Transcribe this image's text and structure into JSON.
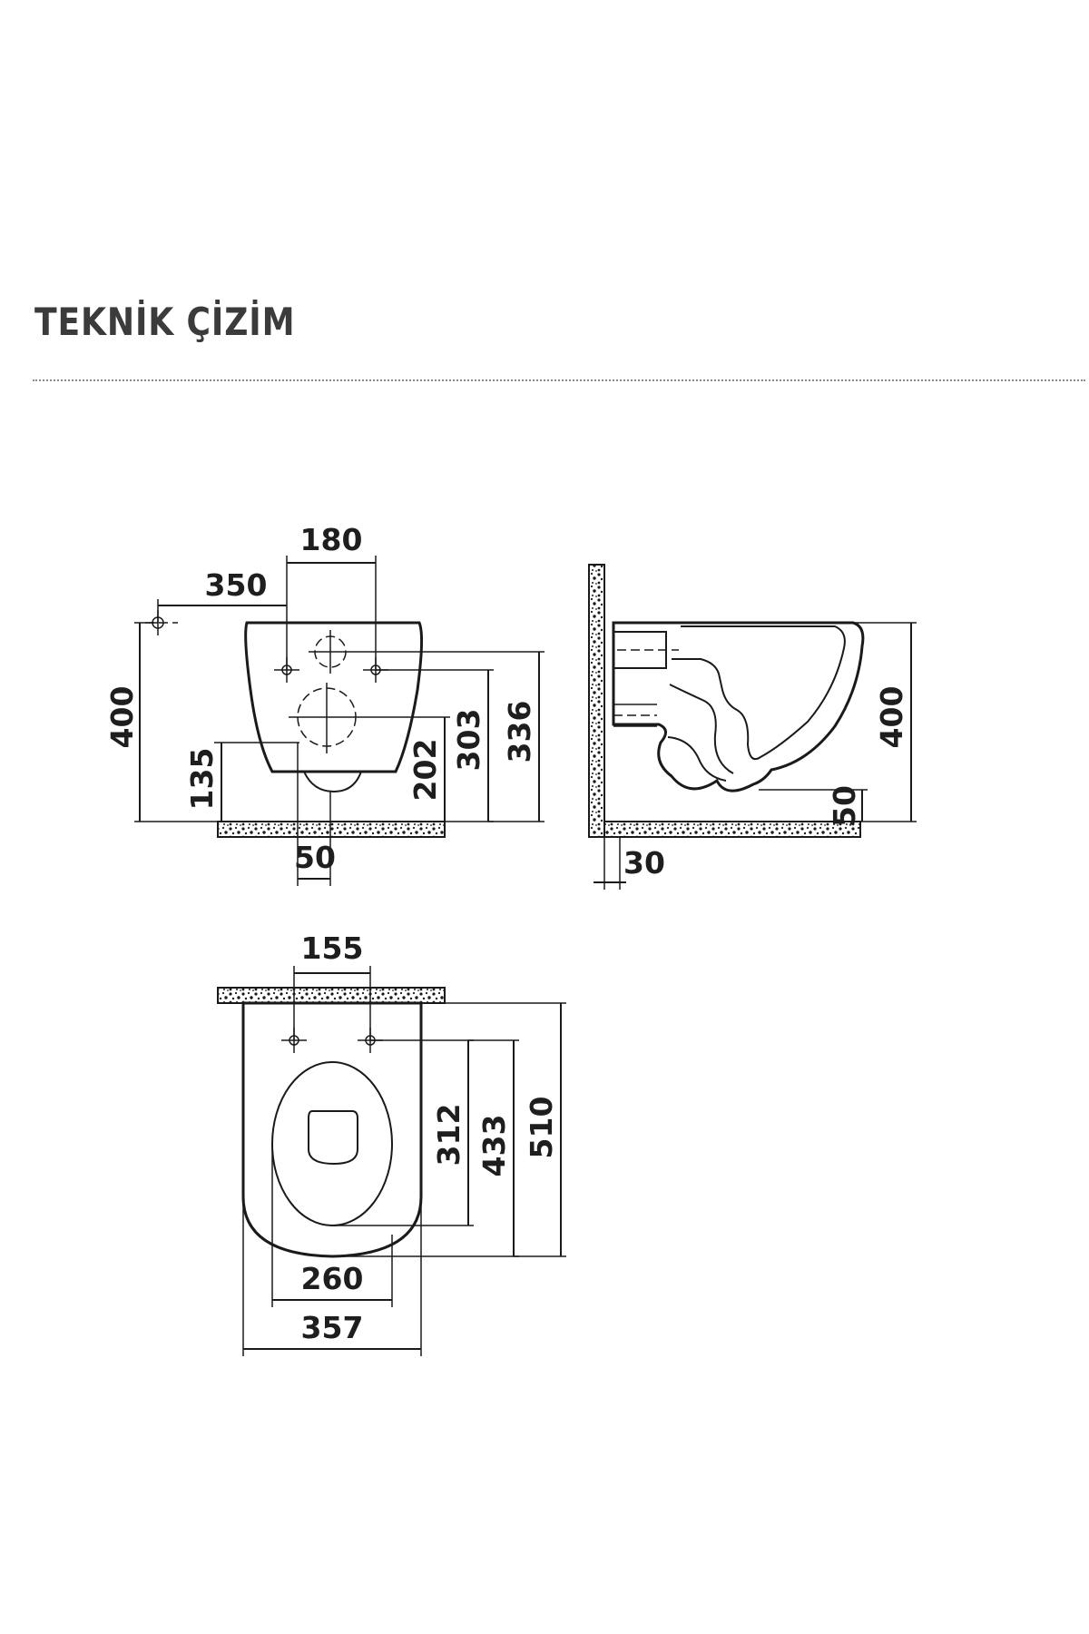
{
  "header": {
    "title": "TEKNİK ÇİZİM"
  },
  "views": {
    "front": {
      "dims": {
        "hole_spacing": "180",
        "wall_to_outlet": "350",
        "height": "400",
        "inlet_height": "135",
        "drain_height": "202",
        "lower_fix_height": "303",
        "upper_fix_height": "336",
        "drain_offset": "50"
      }
    },
    "side": {
      "dims": {
        "height": "400",
        "outlet_height": "50",
        "wall_gap": "30"
      }
    },
    "top": {
      "dims": {
        "hole_spacing": "155",
        "seat_hole_depth": "312",
        "inner_depth": "433",
        "total_depth": "510",
        "inner_width": "260",
        "total_width": "357"
      }
    }
  },
  "colors": {
    "line": "#1a1a1a",
    "title": "#3b3b3b",
    "divider": "#8a8a8a"
  }
}
